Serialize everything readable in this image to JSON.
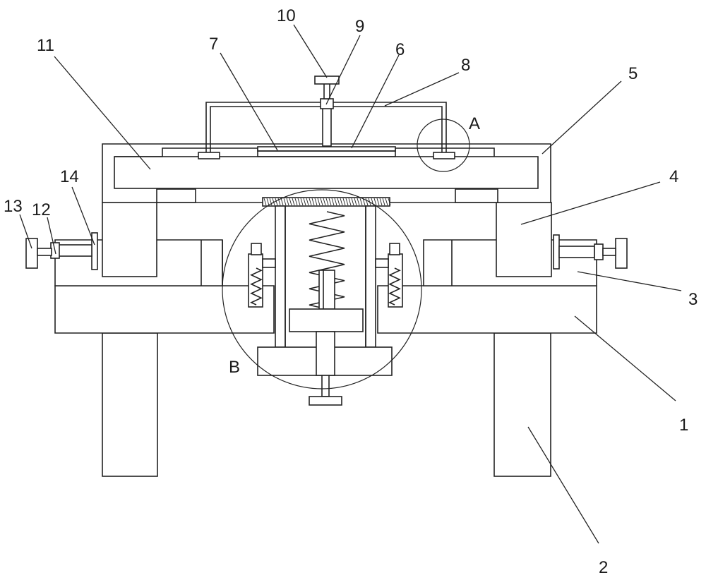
{
  "figure": {
    "part_labels": {
      "p1": "1",
      "p2": "2",
      "p3": "3",
      "p4": "4",
      "p5": "5",
      "p6": "6",
      "p7": "7",
      "p8": "8",
      "p9": "9",
      "p10": "10",
      "p11": "11",
      "p12": "12",
      "p13": "13",
      "p14": "14"
    },
    "detail_labels": {
      "a": "A",
      "b": "B"
    }
  }
}
